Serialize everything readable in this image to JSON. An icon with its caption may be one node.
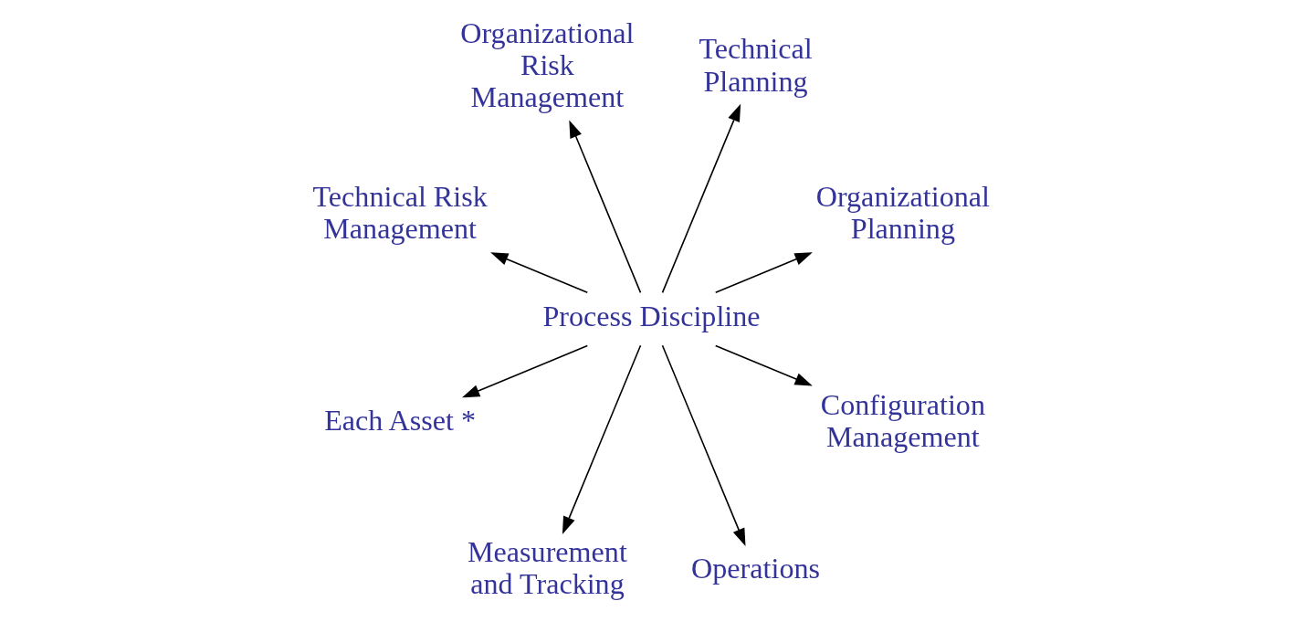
{
  "diagram": {
    "nodes": [
      {
        "text": [
          "Process Discipline"
        ]
      },
      {
        "text": [
          "Organizational Planning"
        ]
      },
      {
        "text": [
          "Technical Planning"
        ]
      },
      {
        "text": [
          "Organizational Risk Management"
        ]
      },
      {
        "text": [
          "Technical Risk Management"
        ]
      },
      {
        "text": [
          "Each Asset *"
        ]
      },
      {
        "text": [
          "Measurement and Tracking"
        ]
      },
      {
        "text": [
          "Operations"
        ]
      },
      {
        "text": [
          "Configuration Management"
        ]
      }
    ],
    "edges": [
      {
        "from": 0,
        "to": 1,
        "arrow": "to"
      },
      {
        "from": 0,
        "to": 2,
        "arrow": "to"
      },
      {
        "from": 0,
        "to": 3,
        "arrow": "to"
      },
      {
        "from": 0,
        "to": 4,
        "arrow": "to"
      },
      {
        "from": 0,
        "to": 5,
        "arrow": "to"
      },
      {
        "from": 0,
        "to": 6,
        "arrow": "to"
      },
      {
        "from": 0,
        "to": 7,
        "arrow": "to"
      },
      {
        "from": 0,
        "to": 8,
        "arrow": "to"
      }
    ]
  }
}
